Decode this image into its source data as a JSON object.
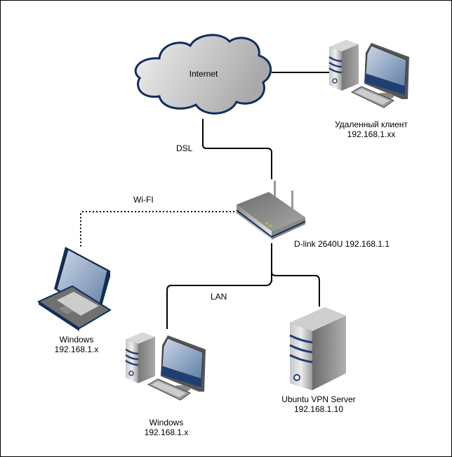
{
  "nodes": {
    "internet": {
      "label": "Internet"
    },
    "remote_client": {
      "name": "Удаленный клиент",
      "ip": "192.168.1.xx"
    },
    "router": {
      "label": "D-link 2640U 192.168.1.1"
    },
    "laptop": {
      "name": "Windows",
      "ip": "192.168.1.x"
    },
    "desktop": {
      "name": "Windows",
      "ip": "192.168.1.x"
    },
    "server": {
      "name": "Ubuntu VPN Server",
      "ip": "192.168.1.10"
    }
  },
  "links": {
    "dsl": "DSL",
    "wifi": "Wi-FI",
    "lan": "LAN"
  },
  "colors": {
    "outline": "#0f2e5c",
    "accent": "#1f3f73",
    "line": "#000000"
  }
}
